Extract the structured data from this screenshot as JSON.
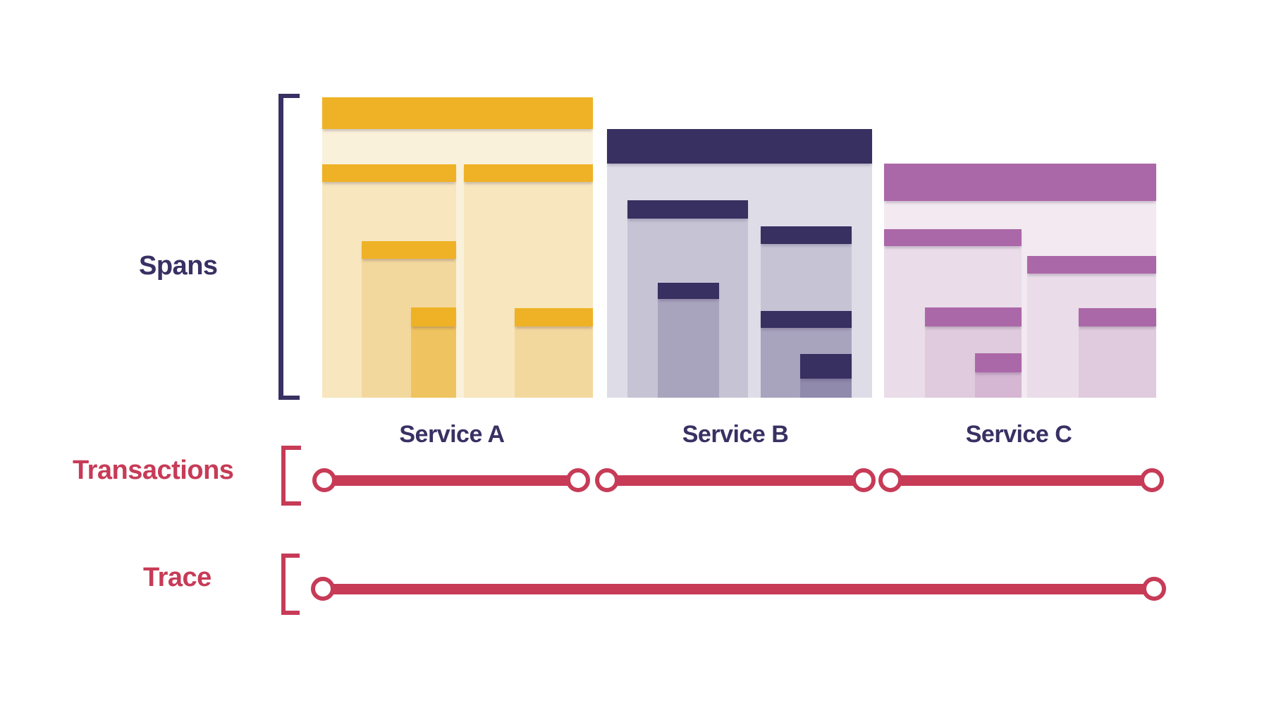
{
  "labels": {
    "spans": "Spans",
    "transactions": "Transactions",
    "trace": "Trace"
  },
  "services": [
    {
      "label": "Service A",
      "bar_color": "#EFB226",
      "track_colors": [
        "#FAF1DB",
        "#F7E6BE",
        "#F3D89E",
        "#EFC35F"
      ],
      "span_bar_count": 6,
      "nesting_levels": 4
    },
    {
      "label": "Service B",
      "bar_color": "#373060",
      "track_colors": [
        "#DEDCE7",
        "#C6C3D5",
        "#A9A4BE",
        "#908AAD"
      ],
      "span_bar_count": 6,
      "nesting_levels": 4
    },
    {
      "label": "Service C",
      "bar_color": "#AB68A8",
      "track_colors": [
        "#F2E9F1",
        "#EADDE9",
        "#DFCBDD",
        "#D5B6D3"
      ],
      "span_bar_count": 6,
      "nesting_levels": 4
    }
  ],
  "timeline": {
    "transaction_count": 3,
    "trace_count": 1,
    "line_color": "#C73B57",
    "endpoint_marker": "open-circle"
  },
  "colors": {
    "heading_navy": "#393063",
    "heading_red": "#C73B57",
    "background": "#FFFFFF"
  }
}
